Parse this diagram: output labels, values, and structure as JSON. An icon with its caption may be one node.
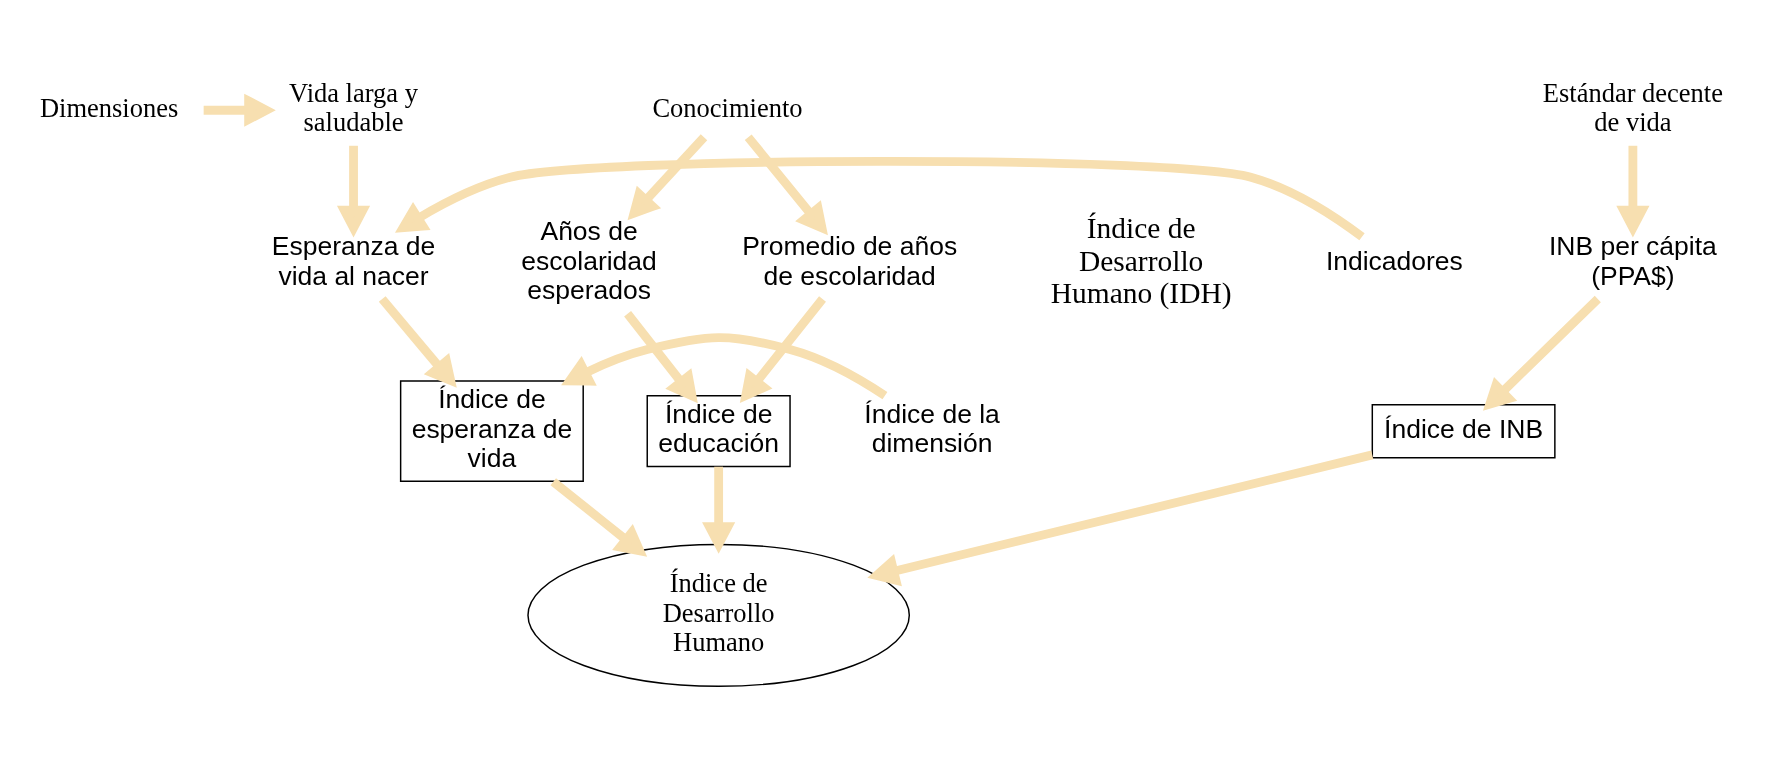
{
  "diagram": {
    "nodes": [
      {
        "text": [
          "Dimensiones"
        ]
      },
      {
        "text": [
          "Vida larga y saludable"
        ]
      },
      {
        "text": [
          "Conocimiento"
        ]
      },
      {
        "text": [
          "Estándar decente de vida"
        ]
      },
      {
        "text": [
          "Indicadores"
        ]
      },
      {
        "text": [
          "Esperanza de vida al nacer"
        ]
      },
      {
        "text": [
          "Años de escolaridad esperados"
        ]
      },
      {
        "text": [
          "Promedio de años de escolaridad"
        ]
      },
      {
        "text": [
          "INB per cápita (PPA$)"
        ]
      },
      {
        "text": [
          "Índice de la dimensión"
        ]
      },
      {
        "text": [
          "Índice de esperanza de vida"
        ]
      },
      {
        "text": [
          "Índice de educación"
        ]
      },
      {
        "text": [
          "Índice de INB"
        ]
      },
      {
        "text": [
          "Índice de Desarrollo Humano"
        ]
      }
    ],
    "edges": [
      {
        "from": 0,
        "to": 1,
        "arrow": "to"
      },
      {
        "from": 1,
        "to": 5,
        "arrow": "to"
      },
      {
        "from": 2,
        "to": 6,
        "arrow": "to"
      },
      {
        "from": 2,
        "to": 7,
        "arrow": "to"
      },
      {
        "from": 3,
        "to": 8,
        "arrow": "to"
      },
      {
        "from": 4,
        "to": 5,
        "arrow": "to"
      },
      {
        "from": 5,
        "to": 10,
        "arrow": "to"
      },
      {
        "from": 6,
        "to": 11,
        "arrow": "to"
      },
      {
        "from": 7,
        "to": 11,
        "arrow": "to"
      },
      {
        "from": 8,
        "to": 12,
        "arrow": "to"
      },
      {
        "from": 9,
        "to": 10,
        "arrow": "to"
      },
      {
        "from": 10,
        "to": 13,
        "arrow": "to"
      },
      {
        "from": 11,
        "to": 13,
        "arrow": "to"
      },
      {
        "from": 12,
        "to": 13,
        "arrow": "to"
      }
    ],
    "labels": [
      "Índice de Desarrollo Humano (IDH)"
    ]
  }
}
